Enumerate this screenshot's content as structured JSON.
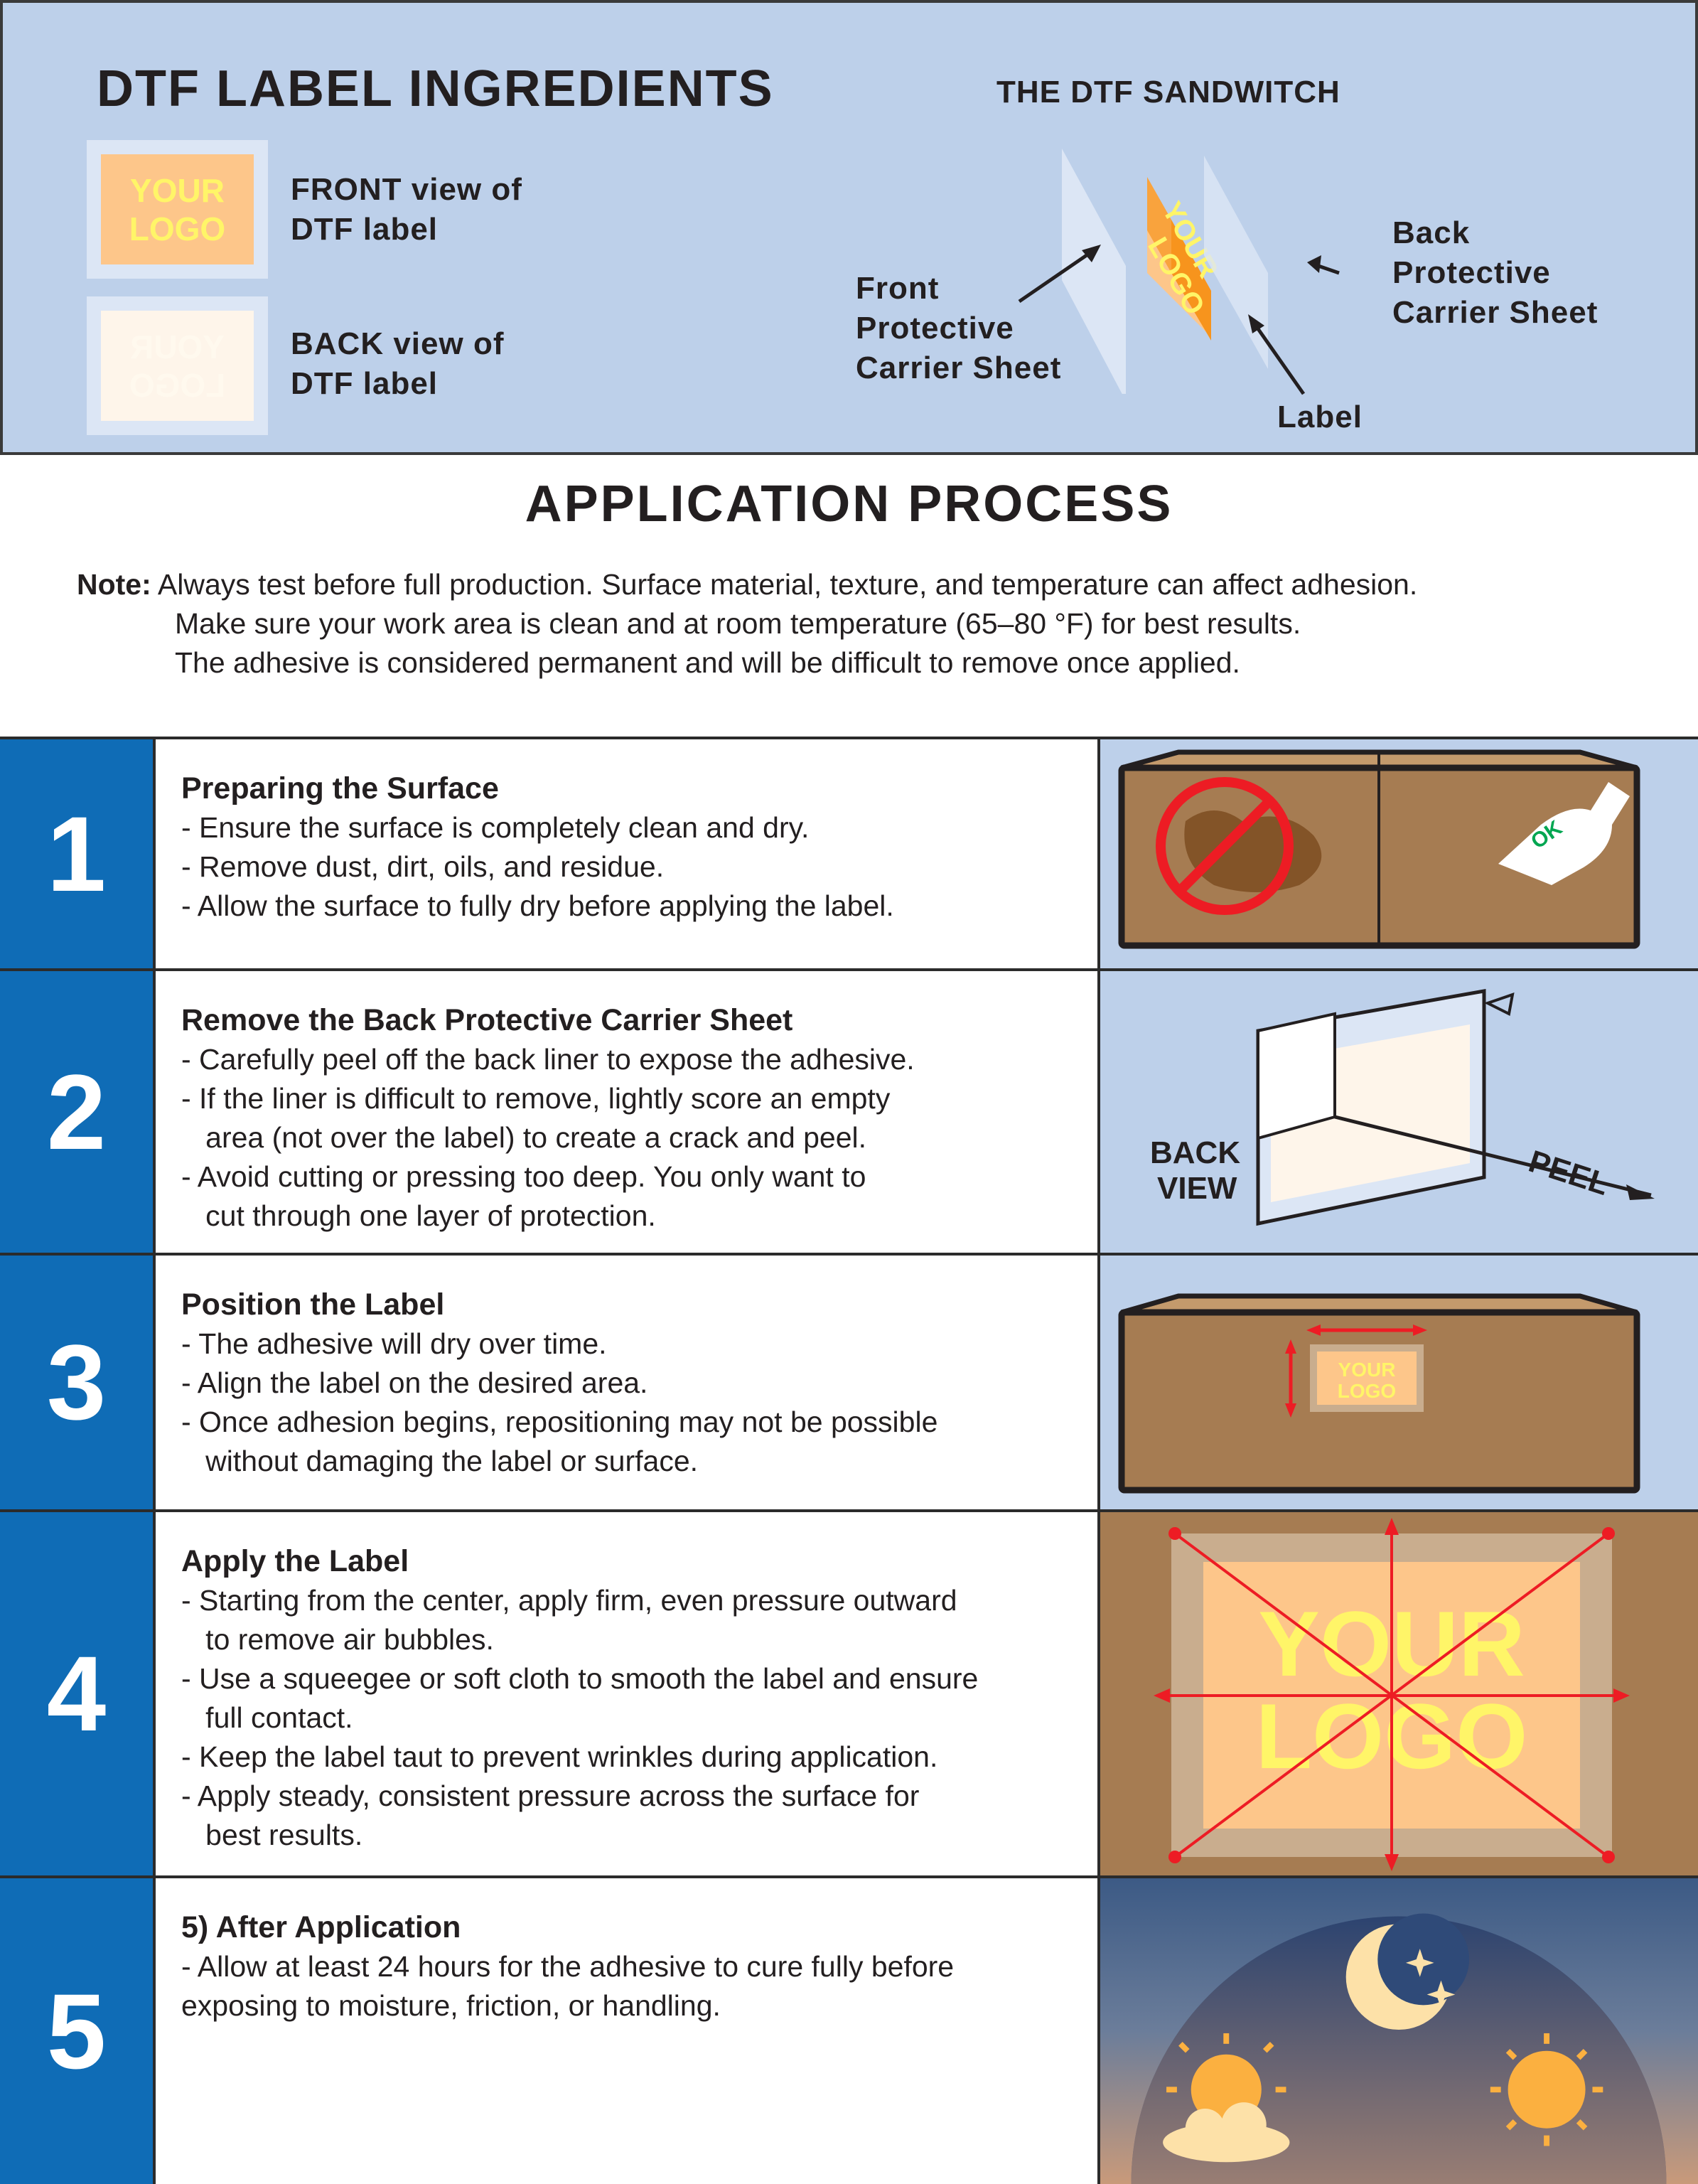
{
  "ingredients": {
    "title": "DTF LABEL INGREDIENTS",
    "front_label": [
      "FRONT view of",
      "DTF label"
    ],
    "back_label": [
      "BACK view of",
      "DTF label"
    ],
    "logo_text": [
      "YOUR",
      "LOGO"
    ]
  },
  "sandwich": {
    "title": "THE DTF SANDWITCH",
    "front_sheet": [
      "Front",
      "Protective",
      "Carrier Sheet"
    ],
    "back_sheet": [
      "Back",
      "Protective",
      "Carrier Sheet"
    ],
    "label": "Label"
  },
  "process": {
    "title": "APPLICATION PROCESS",
    "note_label": "Note:",
    "note_lines": [
      "Always test before full production. Surface material, texture, and temperature can affect adhesion.",
      "Make sure your work area is clean and at room temperature (65–80 °F) for best results.",
      "The adhesive is considered permanent and will be difficult to remove once applied."
    ]
  },
  "steps": [
    {
      "number": "1",
      "title": "Preparing the Surface",
      "bullets": [
        "- Ensure the surface is completely clean and dry.",
        "- Remove dust, dirt, oils, and residue.",
        "- Allow the surface to fully dry before applying the label."
      ]
    },
    {
      "number": "2",
      "title": "Remove the Back Protective Carrier Sheet",
      "bullets": [
        "- Carefully peel off the back liner to expose the adhesive.",
        "- If the liner is difficult to remove, lightly score an empty\n   area (not over the label) to create a crack and peel.",
        "- Avoid cutting or pressing too deep. You only want to\n   cut through one layer of protection."
      ],
      "image_text": {
        "back_view": [
          "BACK",
          "VIEW"
        ],
        "peel": "PEEL"
      }
    },
    {
      "number": "3",
      "title": "Position the Label",
      "bullets": [
        "- The adhesive will dry over time.",
        "- Align the label on the desired area.",
        "- Once adhesion begins, repositioning may not be possible\n   without damaging the label or surface."
      ]
    },
    {
      "number": "4",
      "title": "Apply the Label",
      "bullets": [
        "- Starting from the center, apply firm, even pressure outward\n   to remove air bubbles.",
        "- Use a squeegee or soft cloth to smooth the label and ensure\n   full contact.",
        "- Keep the label taut to prevent wrinkles during application.",
        "- Apply steady, consistent pressure across the surface for\n   best results."
      ]
    },
    {
      "number": "5",
      "title": "5) After Application",
      "bullets": [
        "- Allow at least 24 hours for the adhesive to cure fully before\nexposing to moisture, friction, or handling."
      ]
    }
  ],
  "ok_text": "OK",
  "colors": {
    "blue_bg": "#bdd0ea",
    "step_blue": "#0f6cb6",
    "cardboard": "#a67c52",
    "orange": "#f7941d",
    "logo_yellow": "#fff568",
    "red": "#ed1c24"
  }
}
